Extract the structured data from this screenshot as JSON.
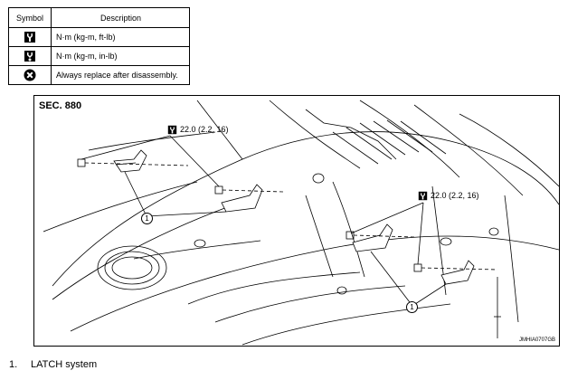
{
  "legend": {
    "header_symbol": "Symbol",
    "header_description": "Description",
    "rows": [
      {
        "icon": "torque-wrench-icon",
        "description": "N·m (kg-m, ft-lb)"
      },
      {
        "icon": "torque-wrench-small-icon",
        "description": "N·m (kg-m, in-lb)"
      },
      {
        "icon": "always-replace-icon",
        "description": "Always replace after disassembly."
      }
    ]
  },
  "diagram": {
    "section": "SEC. 880",
    "torque_front": "22.0 (2.2, 16)",
    "torque_rear": "22.0 (2.2, 16)",
    "callout_1": "1",
    "callout_2": "1",
    "drawing_id": "JMHIA0707GB"
  },
  "footnote": {
    "number": "1.",
    "text": "LATCH system"
  }
}
